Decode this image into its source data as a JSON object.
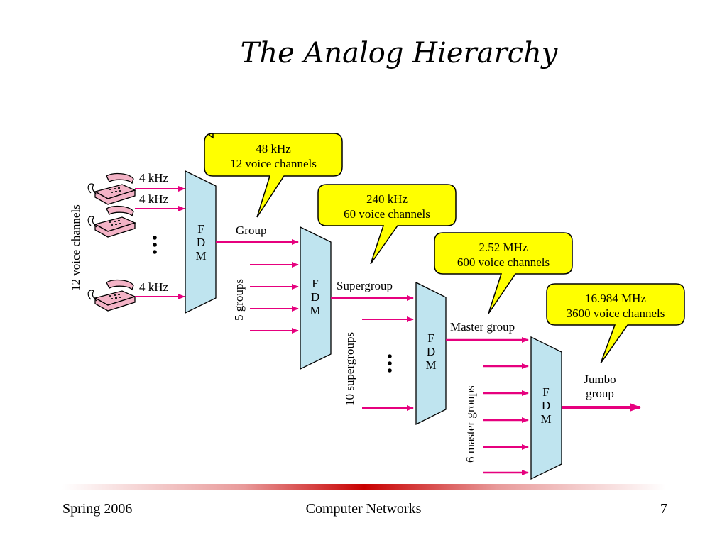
{
  "slide": {
    "title": "The Analog Hierarchy",
    "footer": {
      "left": "Spring 2006",
      "center": "Computer Networks",
      "right": "7"
    }
  },
  "diagram": {
    "left_label": "12 voice channels",
    "input_labels": [
      "4 kHz",
      "4 kHz",
      "4 kHz"
    ],
    "fdm_label": "F\nD\nM",
    "callouts": [
      {
        "line1": "48 kHz",
        "line2": "12 voice channels"
      },
      {
        "line1": "240 kHz",
        "line2": "60 voice channels"
      },
      {
        "line1": "2.52 MHz",
        "line2": "600 voice channels"
      },
      {
        "line1": "16.984 MHz",
        "line2": "3600 voice channels"
      }
    ],
    "outputs": [
      "Group",
      "Supergroup",
      "Master group",
      "Jumbo",
      "group"
    ],
    "side_labels": [
      "5 groups",
      "10 supergroups",
      "6 master groups"
    ],
    "colors": {
      "arrow": "#e6007e",
      "fdm_fill": "#bfe4ef",
      "callout_fill": "#ffff00"
    }
  }
}
